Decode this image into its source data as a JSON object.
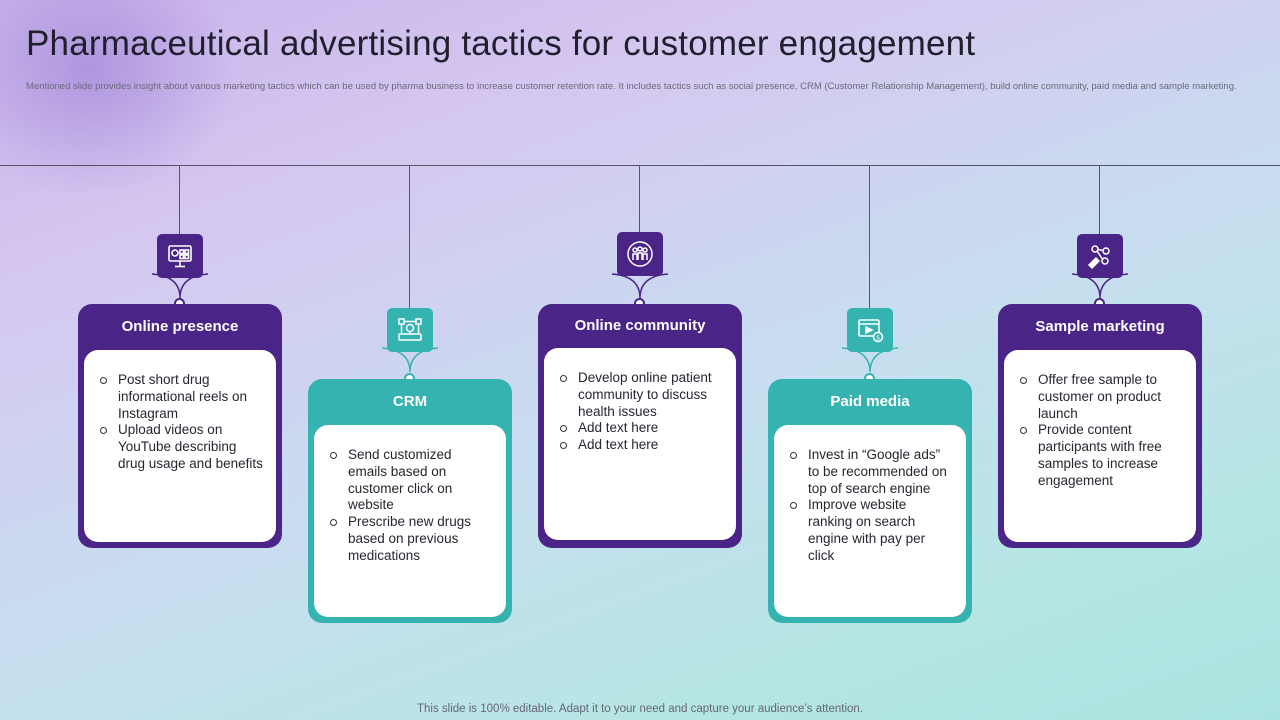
{
  "slide": {
    "title": "Pharmaceutical advertising tactics for customer engagement",
    "subtitle": "Mentioned slide provides insight about various marketing tactics which can be used by pharma business to increase customer retention rate. It includes tactics such as social presence, CRM (Customer Relationship Management), build online community, paid media and sample marketing.",
    "footer": "This slide is 100% editable. Adapt it to your need and capture your audience’s attention."
  },
  "colors": {
    "purple": "#4a2486",
    "teal": "#35b3b1"
  },
  "tactics": [
    {
      "title": "Online presence",
      "icon": "social-media-monitor-icon",
      "bullets": [
        "Post short drug informational reels on Instagram",
        "Upload videos on YouTube describing drug usage and benefits"
      ]
    },
    {
      "title": "CRM",
      "icon": "crm-network-icon",
      "bullets": [
        "Send customized emails based on customer click on website",
        "Prescribe new drugs based on previous medications"
      ]
    },
    {
      "title": "Online community",
      "icon": "community-group-icon",
      "bullets": [
        "Develop online patient community to discuss health issues",
        "Add text here",
        "Add text here"
      ]
    },
    {
      "title": "Paid media",
      "icon": "paid-video-ad-icon",
      "bullets": [
        "Invest in “Google ads” to be recommended on top of search engine",
        "Improve website ranking on search engine with pay per click"
      ]
    },
    {
      "title": "Sample marketing",
      "icon": "sample-share-icon",
      "bullets": [
        "Offer free sample to customer on product launch",
        "Provide content participants with free samples to increase engagement"
      ]
    }
  ]
}
